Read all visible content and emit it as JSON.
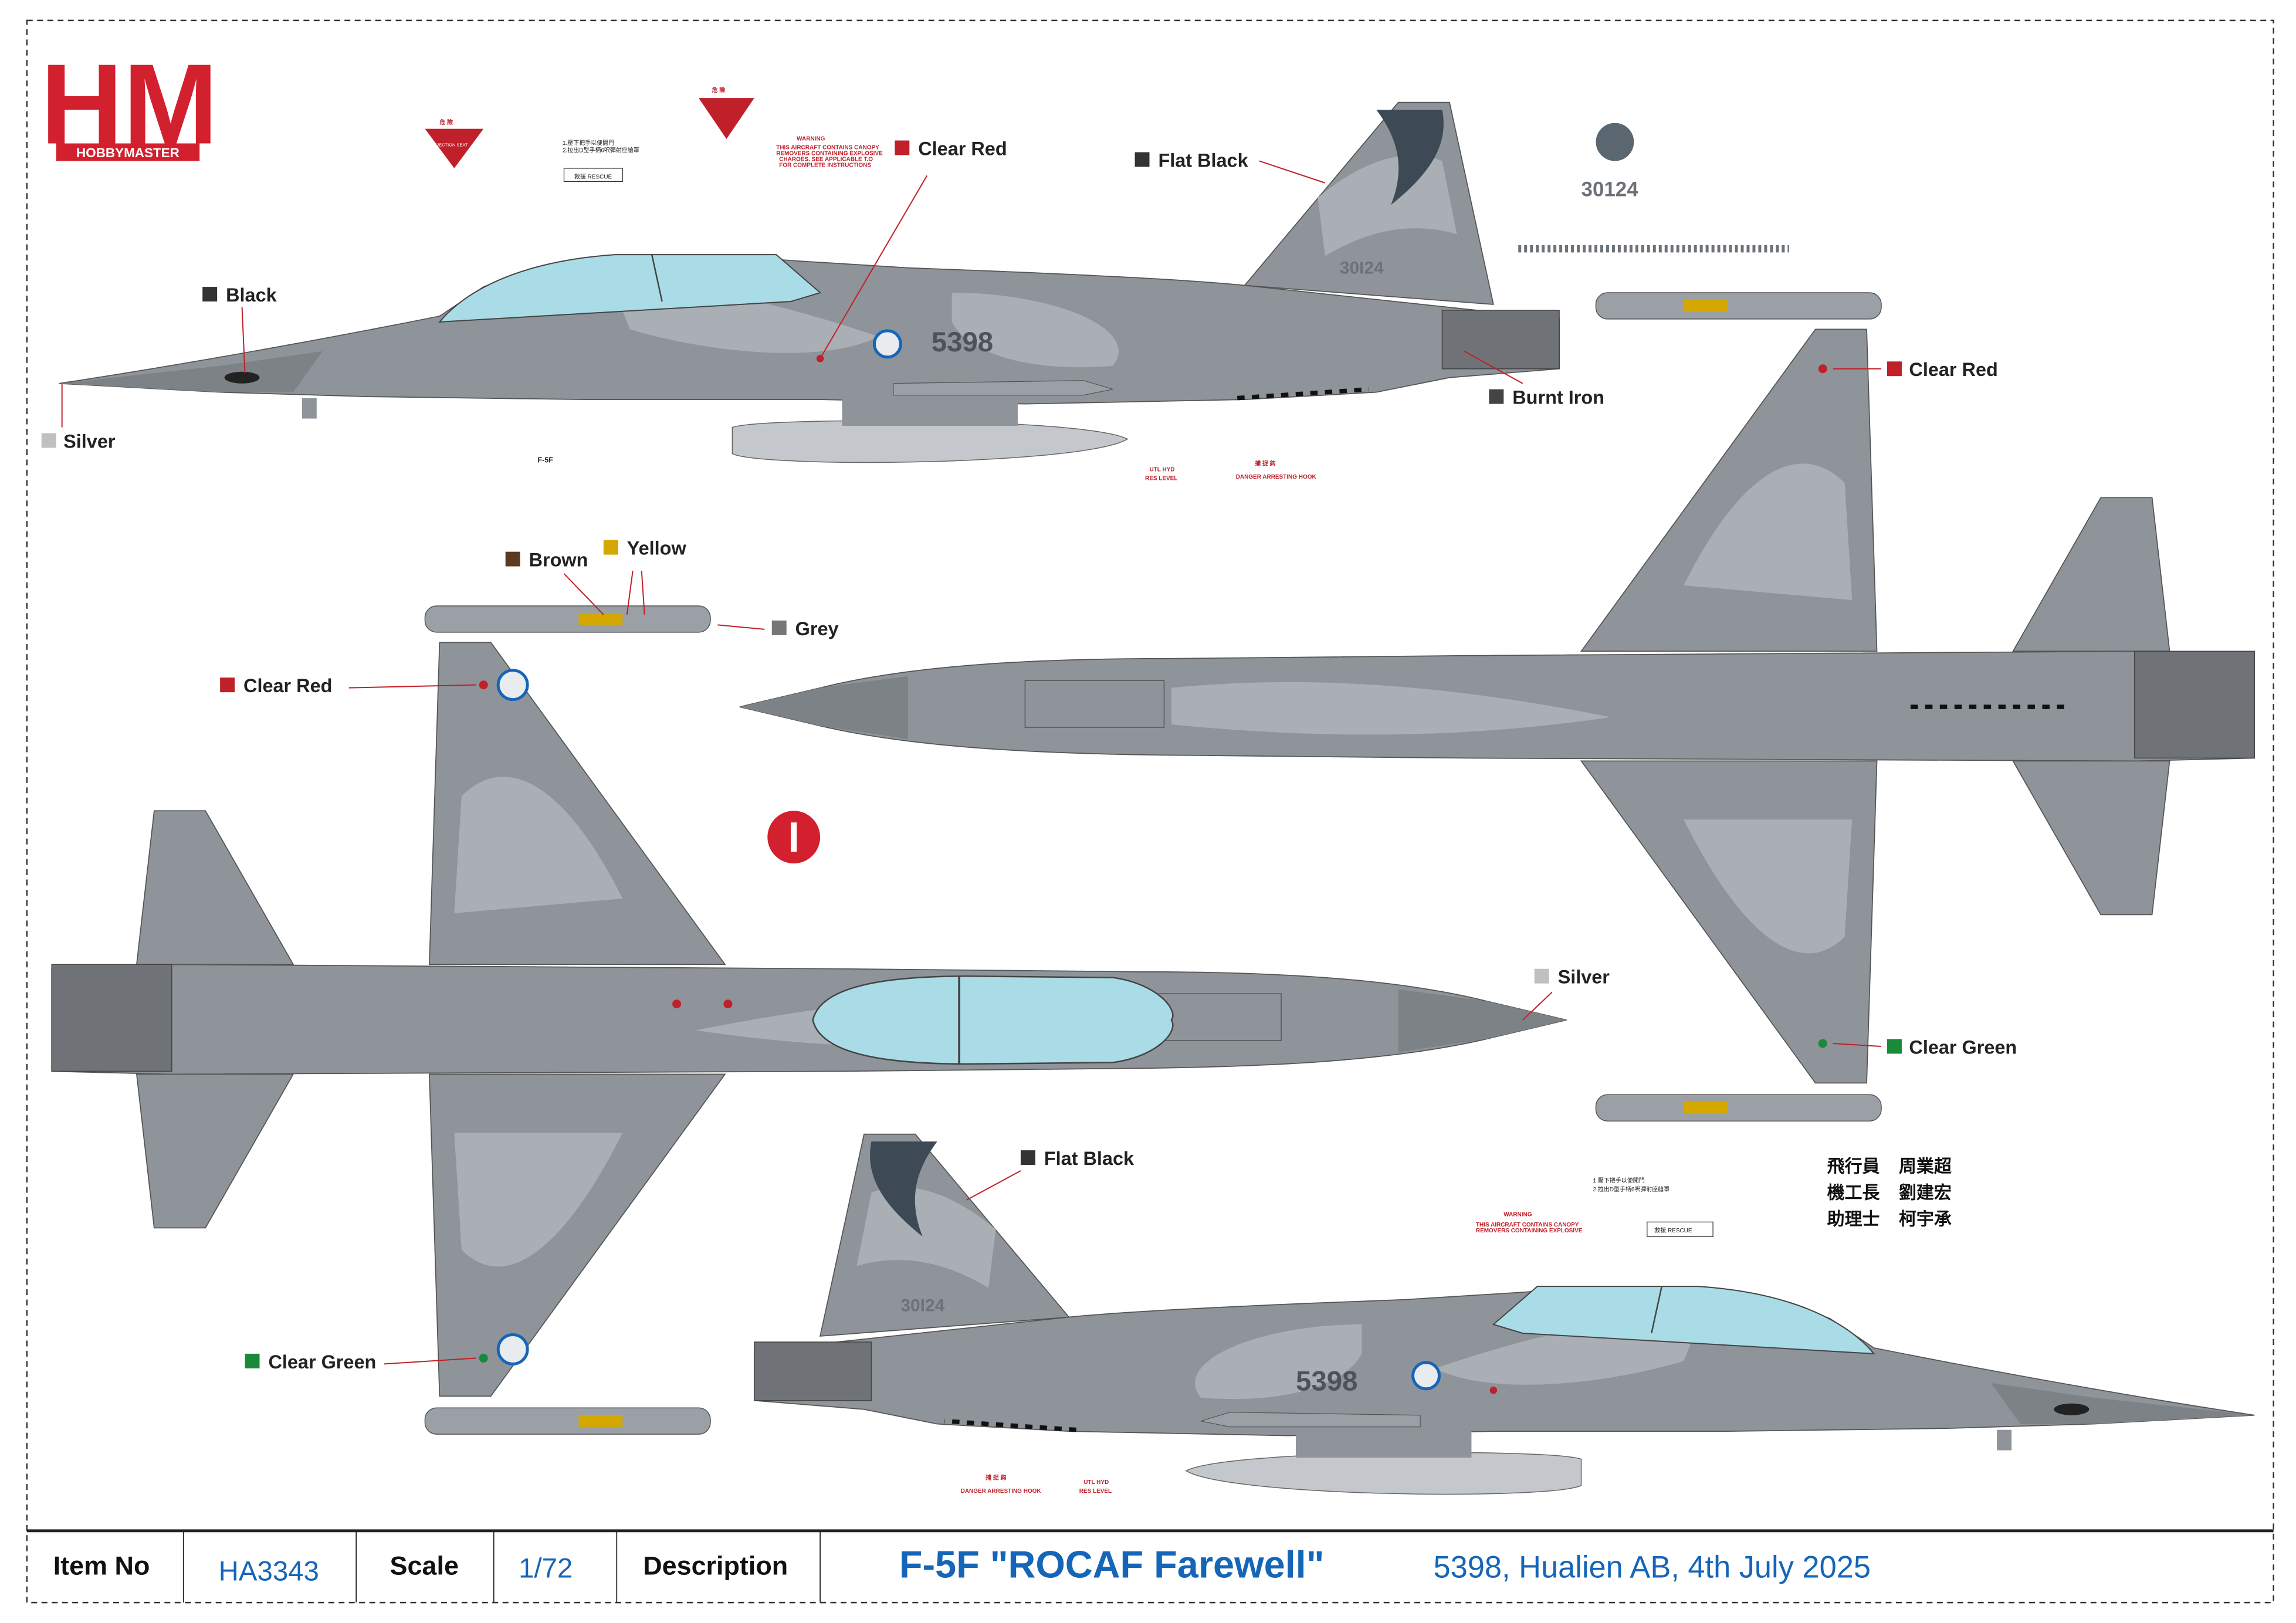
{
  "brand": {
    "logo_text": "HM",
    "logo_sub": "HOBBYMASTER"
  },
  "colors": {
    "accent_blue": "#1565b8",
    "warning_red": "#c0202a",
    "aircraft_grey": "#8e9499",
    "camo_light": "#a9afb4",
    "canopy": "#a9dce6"
  },
  "callouts": {
    "black": "Black",
    "silver_top": "Silver",
    "clear_red_top": "Clear Red",
    "flat_black_top": "Flat Black",
    "burnt_iron": "Burnt Iron",
    "clear_red_right": "Clear Red",
    "brown": "Brown",
    "yellow": "Yellow",
    "grey": "Grey",
    "clear_red_left": "Clear Red",
    "silver_mid": "Silver",
    "clear_green_right": "Clear Green",
    "clear_green_left": "Clear Green",
    "flat_black_bottom": "Flat Black"
  },
  "markings": {
    "serial": "5398",
    "tail_number": "30124",
    "tail_number_decal": "30I24",
    "type_stencil": "F-5F"
  },
  "stencils": {
    "danger": "危 險",
    "ejection_seat": "EJECTION SEAT",
    "rescue": "救援 RESCUE",
    "warning_title": "WARNING",
    "warning_lines": [
      "THIS AIRCRAFT CONTAINS CANOPY",
      "REMOVERS CONTAINING EXPLOSIVE",
      "CHAROES. SEE APPLICABLE T.O",
      "FOR COMPLETE INSTRUCTIONS"
    ],
    "utl_hyd": "UTL HYD",
    "res_level": "RES LEVEL",
    "arresting_hook_cn": "捕 捉 鈎",
    "arresting_hook": "DANGER ARRESTING HOOK",
    "rescue_lines": [
      "1.壓下把手以便開門",
      "2.拉出D型手柄6呎彈射座艙罩"
    ]
  },
  "crew": [
    {
      "role": "飛行員",
      "name": "周業超"
    },
    {
      "role": "機工長",
      "name": "劉建宏"
    },
    {
      "role": "助理士",
      "name": "柯宇承"
    }
  ],
  "footer": {
    "item_no_label": "Item No",
    "item_no": "HA3343",
    "scale_label": "Scale",
    "scale": "1/72",
    "description_label": "Description",
    "title": "F-5F \"ROCAF Farewell\"",
    "subtitle": "5398, Hualien AB, 4th July 2025"
  }
}
